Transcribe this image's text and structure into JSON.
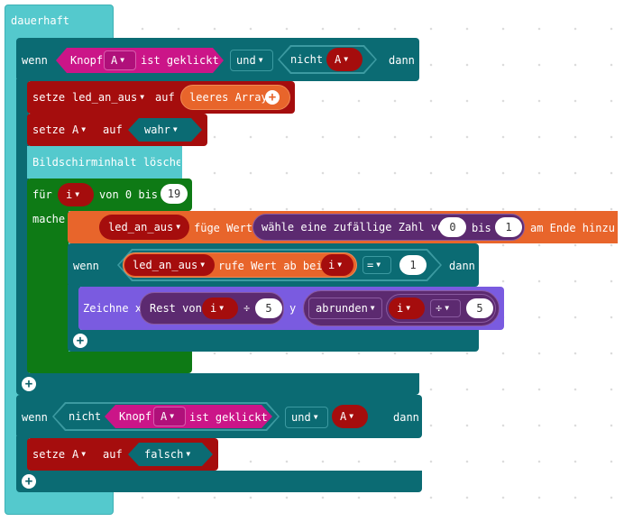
{
  "workspace": {
    "forever_label": "dauerhaft",
    "if1": {
      "if_label": "wenn",
      "button_label": "Knopf",
      "button_value": "A",
      "pressed_label": "ist geklickt",
      "and_label": "und",
      "not_label": "nicht",
      "var_value": "A",
      "then_label": "dann"
    },
    "set_array": {
      "set_label": "setze",
      "var_name": "led_an_aus",
      "to_label": "auf",
      "value_label": "leeres Array"
    },
    "set_a_true": {
      "set_label": "setze",
      "var_name": "A",
      "to_label": "auf",
      "value_label": "wahr"
    },
    "clear_screen_label": "Bildschirminhalt löschen",
    "for_loop": {
      "for_label": "für",
      "var_name": "i",
      "from_label": "von 0 bis",
      "end_value": "19",
      "do_label": "mache"
    },
    "push_value": {
      "var_name": "led_an_aus",
      "add_label": "füge Wert",
      "random_label": "wähle eine zufällige Zahl von",
      "random_from": "0",
      "random_to_label": "bis",
      "random_to": "1",
      "end_label": "am Ende hinzu"
    },
    "if2": {
      "if_label": "wenn",
      "array_name": "led_an_aus",
      "get_label": "rufe Wert ab bei",
      "index_var": "i",
      "eq_op": "=",
      "compare_value": "1",
      "then_label": "dann"
    },
    "plot": {
      "plot_label": "Zeichne x",
      "remainder_label": "Rest von",
      "rem_var": "i",
      "div_symbol": "÷",
      "rem_divisor": "5",
      "y_label": "y",
      "round_label": "abrunden",
      "round_var": "i",
      "div_op": "÷",
      "round_divisor": "5"
    },
    "if3": {
      "if_label": "wenn",
      "not_label": "nicht",
      "button_label": "Knopf",
      "button_value": "A",
      "pressed_label": "ist geklickt",
      "and_label": "und",
      "var_value": "A",
      "then_label": "dann"
    },
    "set_a_false": {
      "set_label": "setze",
      "var_name": "A",
      "to_label": "auf",
      "value_label": "falsch"
    }
  }
}
